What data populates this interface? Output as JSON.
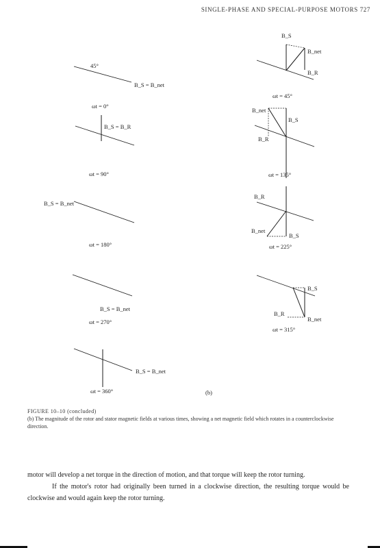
{
  "header": "SINGLE-PHASE AND SPECIAL-PURPOSE MOTORS   727",
  "figure": {
    "label_b": "(b)",
    "left": [
      {
        "angle": "ωt = 0°",
        "vec_a": "45°",
        "vec_b": "B_S = B_net"
      },
      {
        "angle": "ωt = 90°",
        "vec": "B_S = B_R"
      },
      {
        "angle": "ωt = 180°",
        "vec": "B_S = B_net"
      },
      {
        "angle": "ωt = 270°",
        "vec": "B_S = B_net"
      },
      {
        "angle": "ωt = 360°",
        "vec": "B_S = B_net"
      }
    ],
    "right": [
      {
        "angle": "ωt = 45°",
        "v1": "B_S",
        "v2": "B_net",
        "v3": "B_R"
      },
      {
        "angle": "ωt = 135°",
        "v1": "B_net",
        "v2": "B_S",
        "v3": "B_R"
      },
      {
        "angle": "ωt = 225°",
        "v1": "B_R",
        "v2": "B_net",
        "v3": "B_S"
      },
      {
        "angle": "ωt = 315°",
        "v1": "B_S",
        "v2": "B_R",
        "v3": "B_net"
      }
    ]
  },
  "caption": {
    "title": "FIGURE 10–10 (concluded)",
    "text": "(b) The magnitude of the rotor and stator magnetic fields at various times, showing a net magnetic field which rotates in a counterclockwise direction."
  },
  "body": {
    "p1": "motor will develop a net torque in the direction of motion, and that torque will keep the rotor turning.",
    "p2": "If the motor's rotor had originally been turned in a clockwise direction, the resulting torque would be clockwise and would again keep the rotor turning."
  }
}
